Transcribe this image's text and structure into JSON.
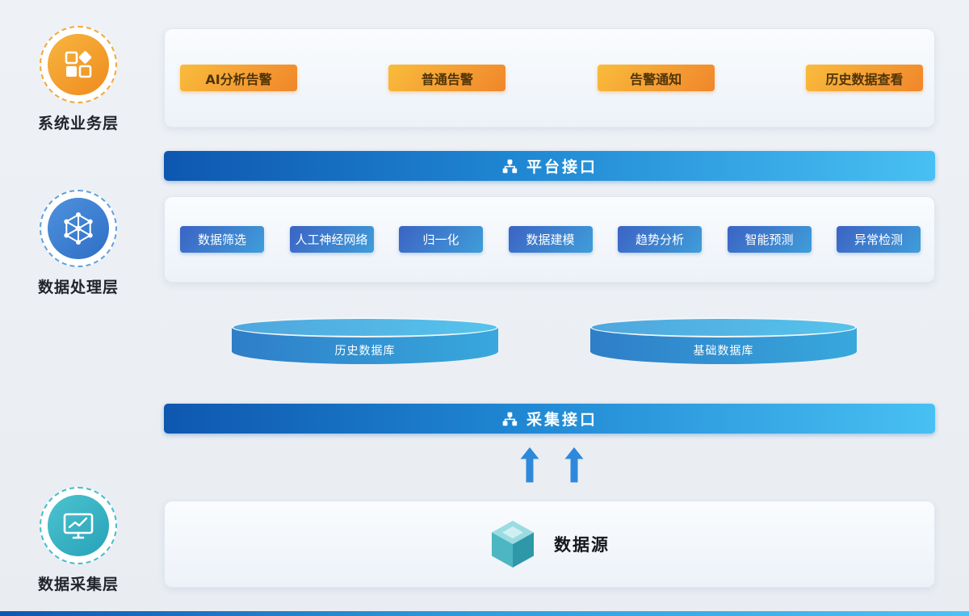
{
  "layers": [
    {
      "label": "系统业务层"
    },
    {
      "label": "数据处理层"
    },
    {
      "label": "数据采集层"
    }
  ],
  "business_panel": {
    "buttons": [
      "AI分析告警",
      "普通告警",
      "告警通知",
      "历史数据查看"
    ]
  },
  "platform_bar": {
    "label": "平台接口"
  },
  "processing_panel": {
    "buttons": [
      "数据筛选",
      "人工神经网络",
      "归一化",
      "数据建模",
      "趋势分析",
      "智能预测",
      "异常检测"
    ]
  },
  "databases": [
    {
      "label": "历史数据库"
    },
    {
      "label": "基础数据库"
    }
  ],
  "collection_bar": {
    "label": "采集接口"
  },
  "datasource": {
    "label": "数据源"
  },
  "colors": {
    "accent_orange": "#f0862b",
    "accent_blue": "#1f86d2",
    "accent_teal": "#35aebc",
    "bar_gradient_start": "#0e57b0",
    "bar_gradient_end": "#48c0f3",
    "background": "#edf0f4"
  }
}
